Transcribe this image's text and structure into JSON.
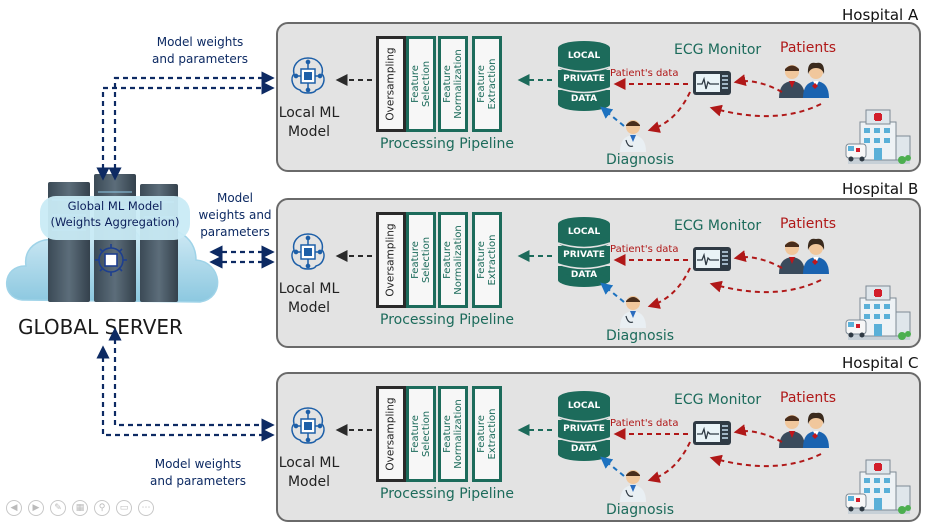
{
  "global": {
    "model_line1": "Global ML Model",
    "model_line2": "(Weights Aggregation)",
    "server_label": "GLOBAL SERVER"
  },
  "links": [
    {
      "line1": "Model weights",
      "line2": "and parameters"
    },
    {
      "line1": "Model",
      "line2": "weights and",
      "line3": "parameters"
    },
    {
      "line1": "Model weights",
      "line2": "and parameters"
    }
  ],
  "hospitals": [
    {
      "name": "Hospital A"
    },
    {
      "name": "Hospital B"
    },
    {
      "name": "Hospital C"
    }
  ],
  "panel": {
    "local_model_line1": "Local ML",
    "local_model_line2": "Model",
    "pipeline_label": "Processing Pipeline",
    "stages": [
      "Oversampling",
      "Feature\nSelection",
      "Feature\nNormalization",
      "Feature\nExtraction"
    ],
    "db_lines": [
      "LOCAL",
      "PRIVATE",
      "DATA"
    ],
    "patients_data": "Patient's data",
    "ecg_label": "ECG Monitor",
    "patients_label": "Patients",
    "diagnosis_label": "Diagnosis"
  },
  "colors": {
    "teal": "#1c6b5b",
    "red": "#b01818",
    "navy": "#0d2a63",
    "panel_bg": "#e3e3e3"
  },
  "icons": [
    "brain-chip-icon",
    "database-icon",
    "ecg-monitor-icon",
    "patients-icon",
    "doctor-icon",
    "hospital-icon",
    "server-cloud-icon"
  ]
}
